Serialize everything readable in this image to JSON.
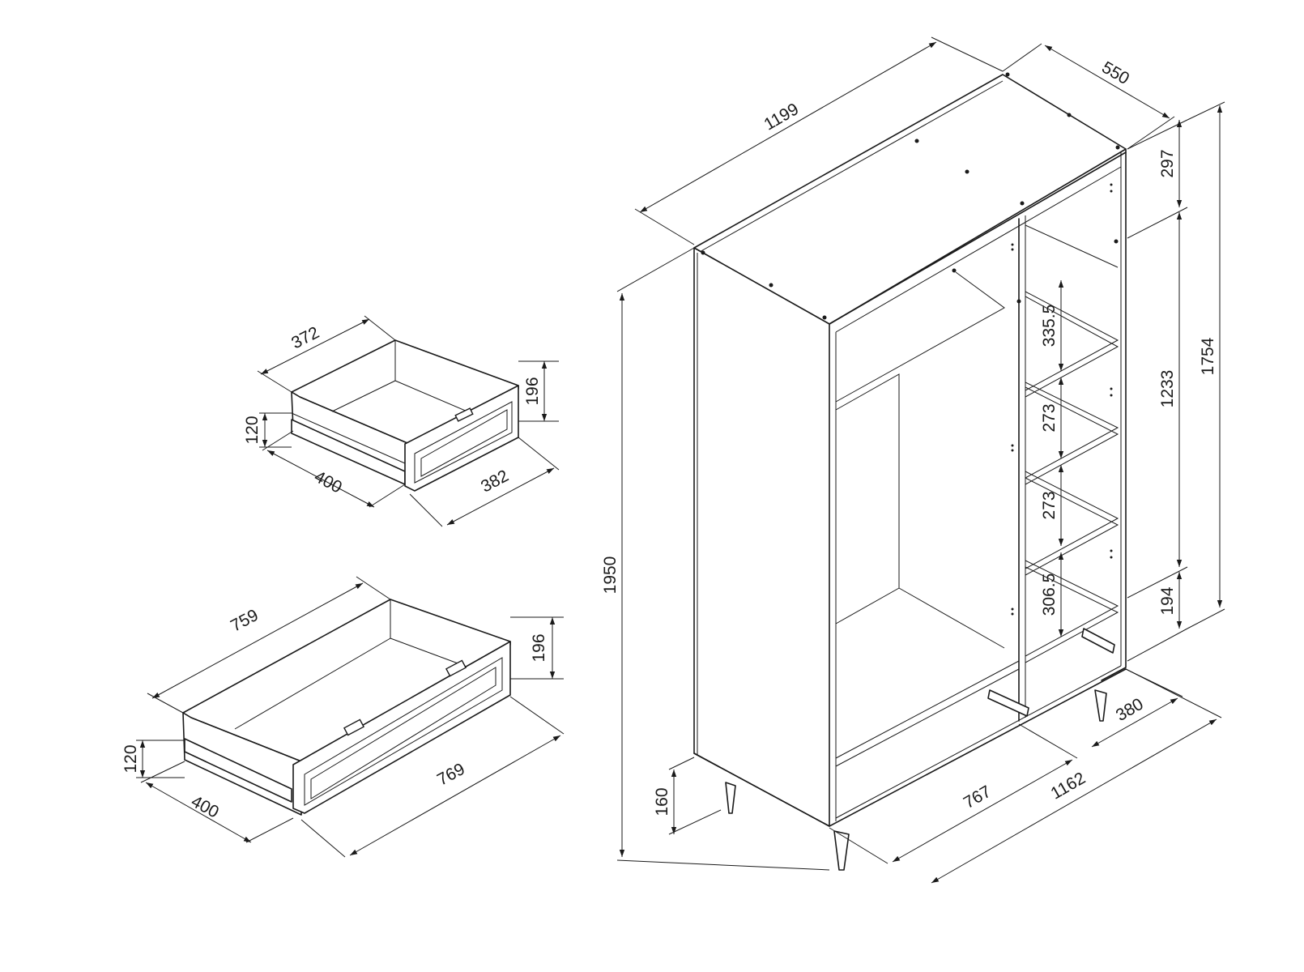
{
  "drawing": {
    "small_drawer": {
      "depth": "372",
      "height_total": "196",
      "side_height": "120",
      "width_outer": "400",
      "front_width": "382"
    },
    "large_drawer": {
      "depth": "759",
      "height_total": "196",
      "side_height": "120",
      "width_outer": "400",
      "front_width": "769"
    },
    "wardrobe": {
      "width": "1199",
      "depth": "550",
      "height": "1950",
      "top_to_shelf": "297",
      "inner_height": "1233",
      "body_height": "1754",
      "bottom_clearance": "194",
      "shelf_gap_1": "335.5",
      "shelf_gap_2": "273",
      "shelf_gap_3": "273",
      "shelf_gap_4": "306.5",
      "leg_height": "160",
      "left_section_width": "767",
      "inner_width": "1162",
      "right_section_width": "380"
    }
  }
}
